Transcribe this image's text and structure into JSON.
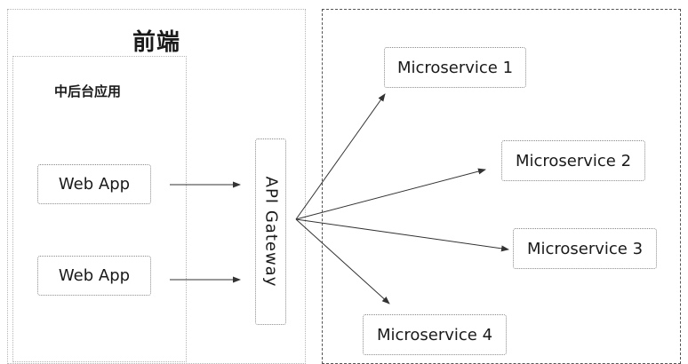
{
  "frontend": {
    "title": "前端",
    "midback": {
      "title": "中后台应用",
      "apps": [
        {
          "label": "Web App"
        },
        {
          "label": "Web App"
        }
      ]
    }
  },
  "gateway": {
    "label": "API Gateway"
  },
  "backend": {
    "services": [
      {
        "label": "Microservice 1"
      },
      {
        "label": "Microservice 2"
      },
      {
        "label": "Microservice 3"
      },
      {
        "label": "Microservice 4"
      }
    ]
  },
  "colors": {
    "line": "#333333",
    "border": "#8a8a8a"
  }
}
